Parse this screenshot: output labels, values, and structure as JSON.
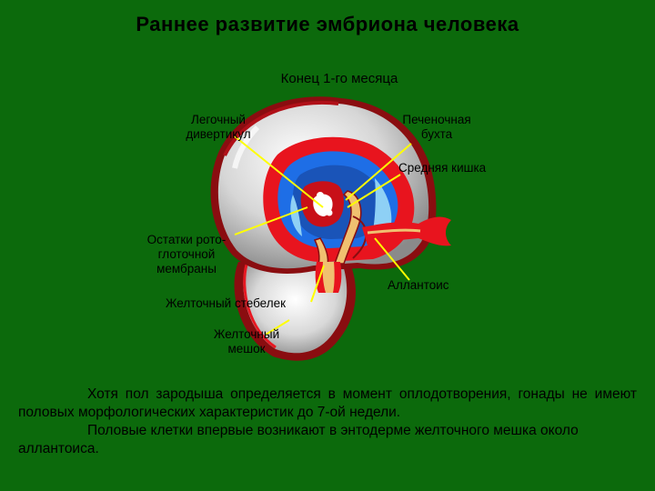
{
  "title": "Раннее развитие эмбриона человека",
  "subtitle": "Конец 1-го месяца",
  "labels": {
    "lung_diverticulum": [
      "Легочный",
      "дивертикул"
    ],
    "liver_bay": [
      "Печеночная",
      "бухта"
    ],
    "midgut": "Средняя кишка",
    "oropharyngeal_membrane": [
      "Остатки рото-",
      "глоточной",
      "мембраны"
    ],
    "allantois": "Аллантоис",
    "yolk_stalk": "Желточный стебелек",
    "yolk_sac": [
      "Желточный",
      "мешок"
    ]
  },
  "body": {
    "paragraph1": "Хотя пол зародыша определяется в момент оплодотворения, гонады не имеют половых морфологических характеристик до 7-ой недели.",
    "paragraph2": "Половые клетки впервые возникают в энтодерме желточного мешка около аллантоиса."
  },
  "colors": {
    "background": "#0c6a0c",
    "pointer_lines": "#ffff00",
    "ectoderm": "#9a9a9a",
    "mesoderm": "#e8141e",
    "cavity": "#1e6ee6",
    "cavity_light": "#8ed0f5",
    "endoderm": "#f0c070"
  }
}
